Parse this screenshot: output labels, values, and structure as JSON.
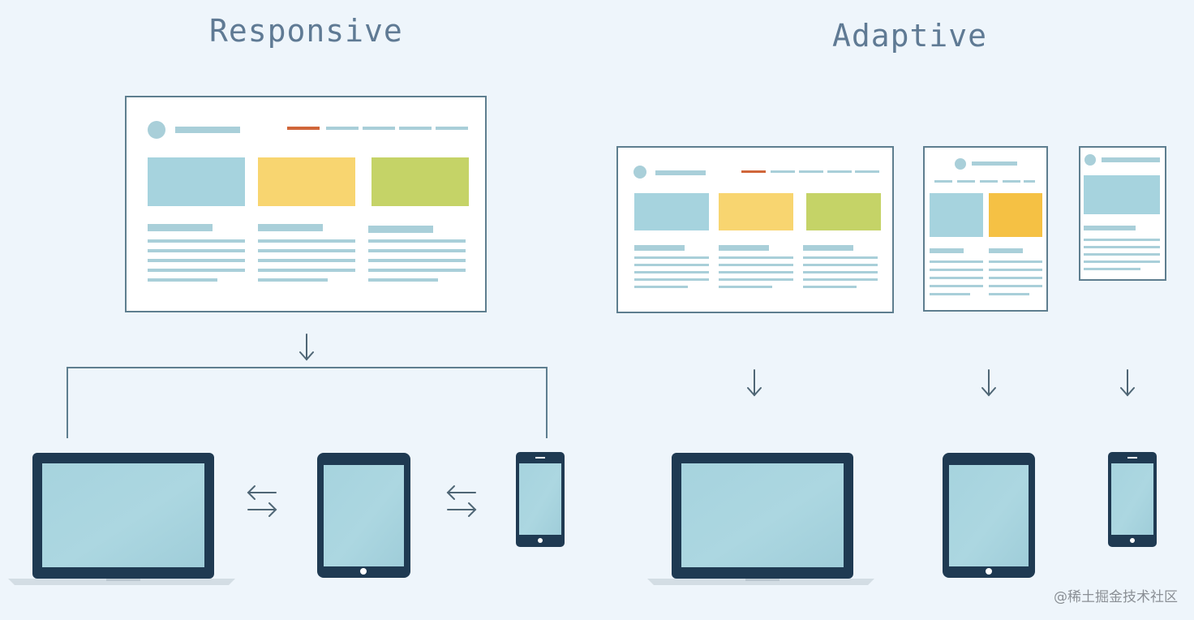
{
  "titles": {
    "responsive": "Responsive",
    "adaptive": "Adaptive"
  },
  "watermark": "@稀土掘金技术社区",
  "colors": {
    "background": "#eef5fb",
    "title": "#5f7a94",
    "frame": "#5e7e8f",
    "device": "#1f3a52",
    "screen": "#a6d3de",
    "placeholder_line": "#a9cfd9",
    "block_blue": "#a6d3de",
    "block_yellow": "#f8d570",
    "block_green": "#c5d367",
    "block_orange": "#f5c144",
    "nav_accent": "#d0663a",
    "arrow": "#4f6675",
    "laptop_base": "#d3dde4"
  },
  "icons": {
    "down_arrow": "down-arrow-icon",
    "swap_arrows": "swap-arrows-icon",
    "laptop": "laptop-icon",
    "tablet": "tablet-icon",
    "phone": "phone-icon"
  }
}
